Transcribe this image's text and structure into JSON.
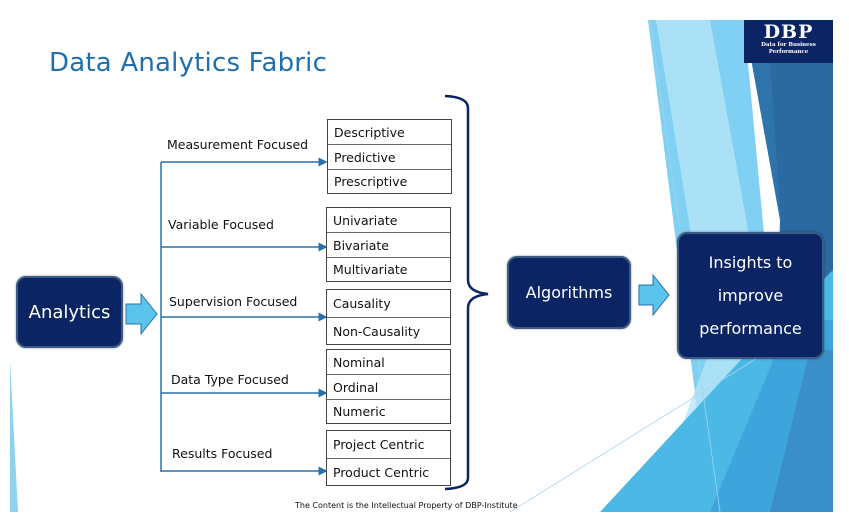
{
  "slide": {
    "title": "Data Analytics Fabric",
    "footer": "The Content is the Intellectual Property of DBP-Institute"
  },
  "logo": {
    "acronym": "DBP",
    "tagline_line1": "Data for Business",
    "tagline_line2": "Performance"
  },
  "flow": {
    "source": "Analytics",
    "process": "Algorithms",
    "outcome_lines": [
      "Insights to",
      "improve",
      "performance"
    ]
  },
  "categories": [
    {
      "label": "Measurement Focused",
      "items": [
        "Descriptive",
        "Predictive",
        "Prescriptive"
      ]
    },
    {
      "label": "Variable Focused",
      "items": [
        "Univariate",
        "Bivariate",
        "Multivariate"
      ]
    },
    {
      "label": "Supervision Focused",
      "items": [
        "Causality",
        "Non-Causality"
      ]
    },
    {
      "label": "Data Type Focused",
      "items": [
        "Nominal",
        "Ordinal",
        "Numeric"
      ]
    },
    {
      "label": "Results Focused",
      "items": [
        "Project Centric",
        "Product Centric"
      ]
    }
  ],
  "colors": {
    "title": "#1f6fae",
    "box_fill": "#0b2464",
    "arrow_fill": "#5bc4ec",
    "connector": "#2a70a8",
    "bracket": "#0b2464"
  }
}
